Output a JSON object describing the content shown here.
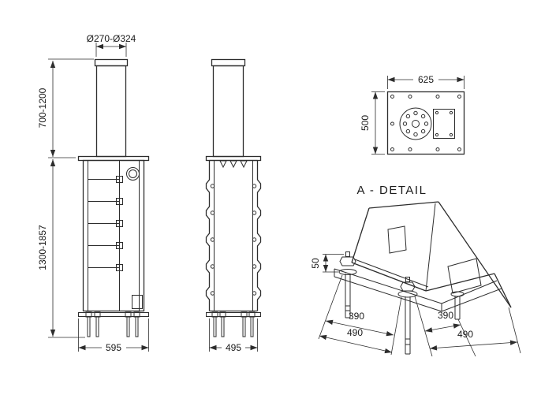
{
  "drawing": {
    "front_view": {
      "diameter_range": "Ø270-Ø324",
      "above_ground_height_range": "700-1200",
      "below_ground_height_range": "1300-1857",
      "base_width": "595"
    },
    "side_view": {
      "base_width": "495"
    },
    "plan_view": {
      "width": "625",
      "depth": "500"
    },
    "detail_view": {
      "title": "A - DETAIL",
      "bolt_protrusion": "50",
      "left_bolt_spacing": "390",
      "left_overall_spacing": "490",
      "right_bolt_spacing": "390",
      "right_overall_spacing": "490"
    }
  }
}
